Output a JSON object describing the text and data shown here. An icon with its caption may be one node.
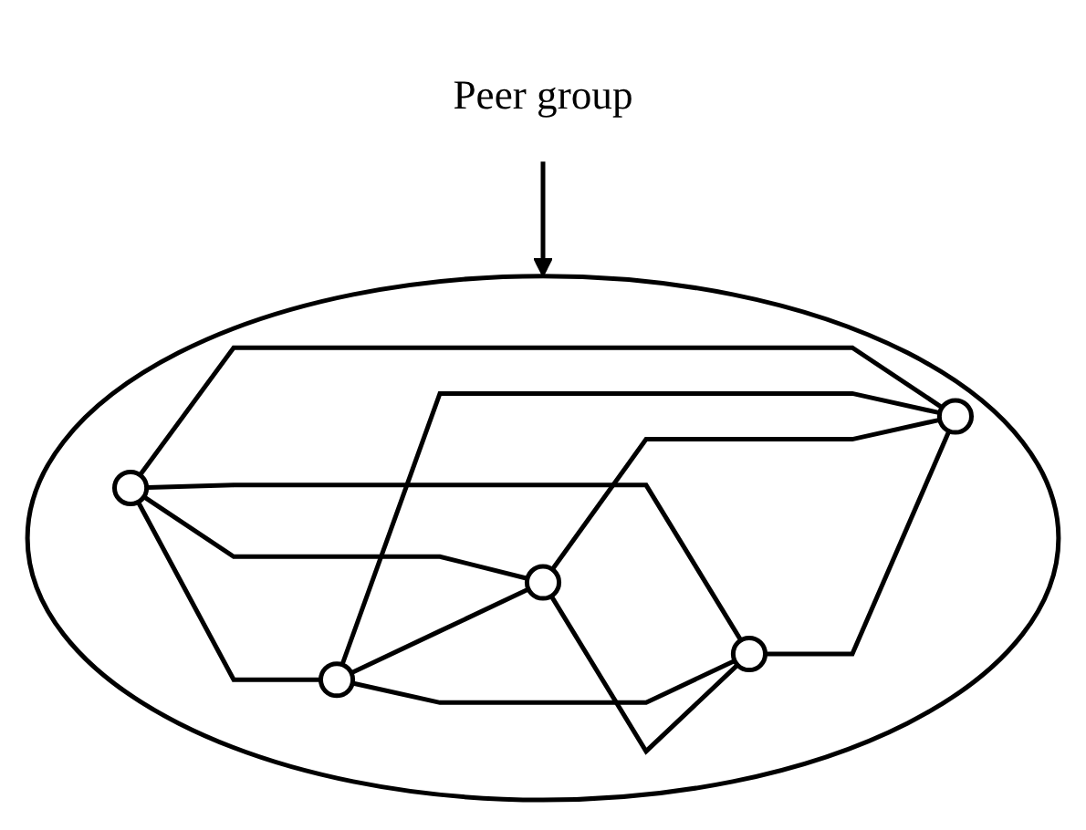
{
  "diagram": {
    "nodes": [
      {
        "text": [
          "Peer group"
        ]
      },
      {
        "text": [],
        "shape": "circle"
      },
      {
        "text": [],
        "shape": "circle",
        "in": 1
      },
      {
        "text": [],
        "shape": "circle",
        "in": 1
      },
      {
        "text": [],
        "shape": "circle",
        "in": 1
      },
      {
        "text": [],
        "shape": "circle",
        "in": 1
      },
      {
        "text": [],
        "shape": "circle",
        "in": 1
      }
    ],
    "edges": [
      {
        "from": 0,
        "to": 1,
        "arrow": "to"
      },
      {
        "from": 2,
        "to": 3,
        "arrow": "none"
      },
      {
        "from": 2,
        "to": 4,
        "arrow": "none"
      },
      {
        "from": 2,
        "to": 5,
        "arrow": "none"
      },
      {
        "from": 2,
        "to": 6,
        "arrow": "none"
      },
      {
        "from": 3,
        "to": 4,
        "arrow": "none"
      },
      {
        "from": 3,
        "to": 5,
        "arrow": "none"
      },
      {
        "from": 3,
        "to": 6,
        "arrow": "none"
      },
      {
        "from": 4,
        "to": 5,
        "arrow": "none"
      },
      {
        "from": 4,
        "to": 6,
        "arrow": "none"
      },
      {
        "from": 5,
        "to": 6,
        "arrow": "none"
      }
    ]
  }
}
